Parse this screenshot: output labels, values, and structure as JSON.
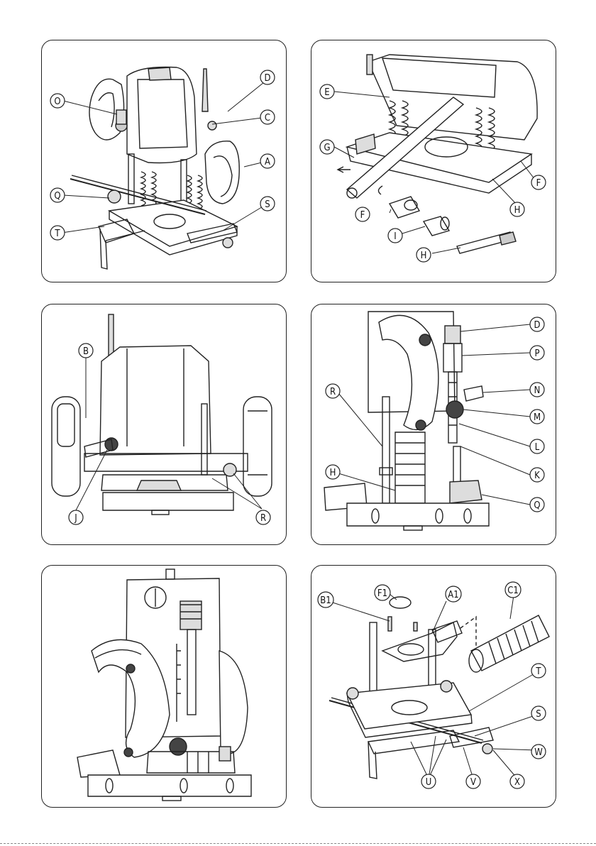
{
  "figure": {
    "panels": [
      {
        "id": "p1",
        "labels": [
          "O",
          "D",
          "C",
          "A",
          "Q",
          "S",
          "T"
        ]
      },
      {
        "id": "p2",
        "labels": [
          "E",
          "G",
          "F",
          "F",
          "H",
          "I",
          "H"
        ]
      },
      {
        "id": "p3",
        "labels": [
          "B",
          "J",
          "R"
        ]
      },
      {
        "id": "p4",
        "labels": [
          "D",
          "P",
          "N",
          "R",
          "M",
          "L",
          "H",
          "K",
          "Q"
        ]
      },
      {
        "id": "p5",
        "labels": []
      },
      {
        "id": "p6",
        "labels": [
          "B1",
          "F1",
          "A1",
          "C1",
          "T",
          "S",
          "W",
          "U",
          "V",
          "X"
        ]
      }
    ]
  },
  "colors": {
    "line": "#222222",
    "fill": "#ffffff",
    "shade": "#d9d9d9"
  }
}
